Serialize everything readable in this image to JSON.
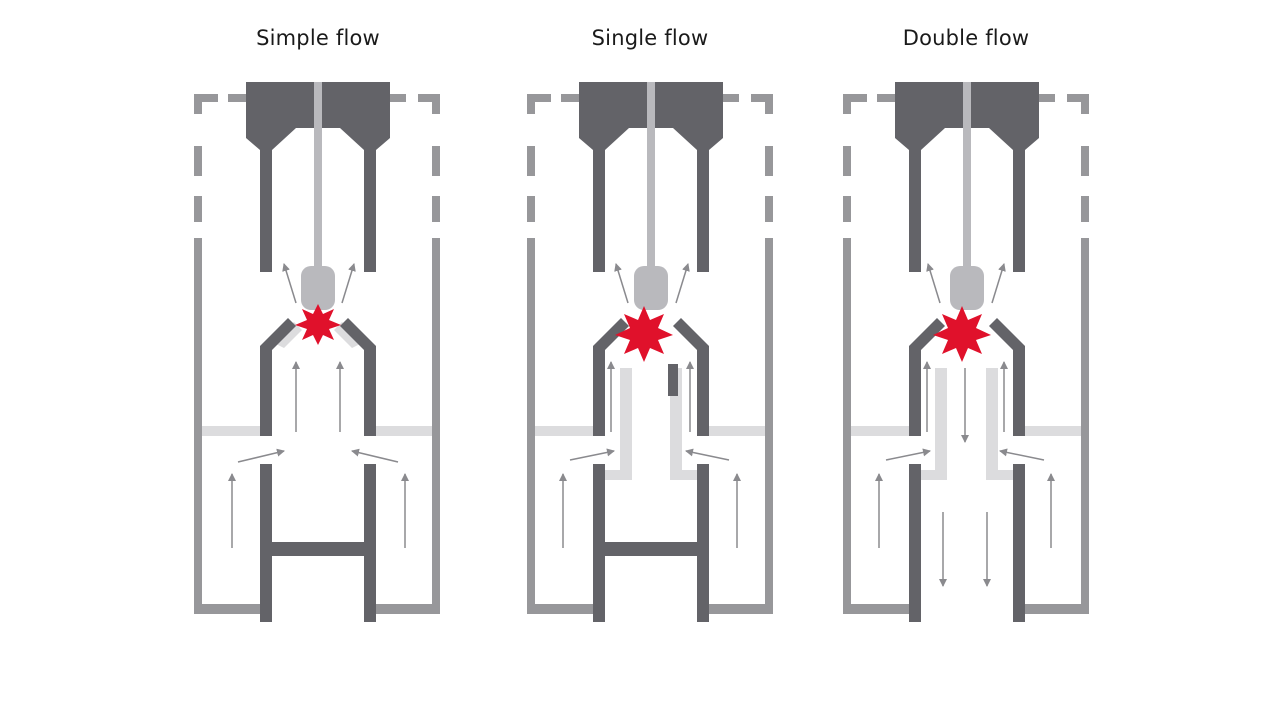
{
  "panels": [
    {
      "title": "Simple flow"
    },
    {
      "title": "Single flow"
    },
    {
      "title": "Double flow"
    }
  ],
  "colors": {
    "background": "#ffffff",
    "housing": "#97979a",
    "contact_dark": "#636368",
    "rod": "#b9b9bd",
    "light_part": "#dcdcde",
    "arrow": "#8a8a8e",
    "arc": "#e0112b"
  },
  "icons": {
    "arc": "arc-spark-icon",
    "flow_arrow": "flow-arrow-icon"
  }
}
